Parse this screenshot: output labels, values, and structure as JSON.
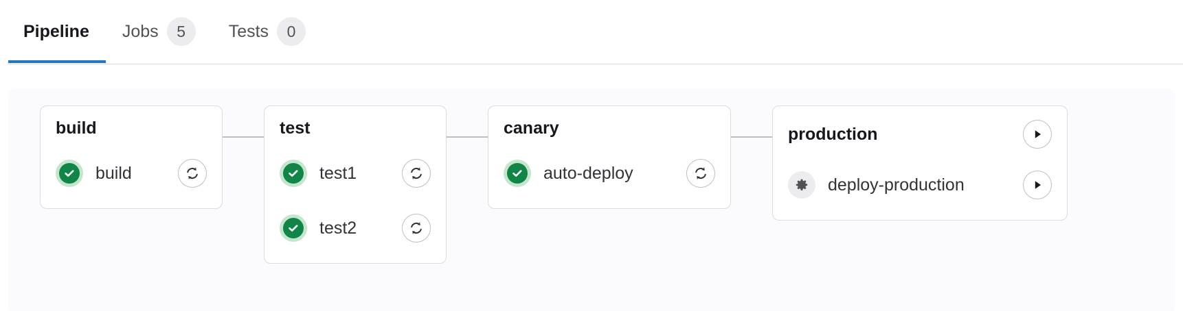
{
  "tabs": [
    {
      "label": "Pipeline",
      "badge": null,
      "active": true,
      "name": "tab-pipeline"
    },
    {
      "label": "Jobs",
      "badge": "5",
      "active": false,
      "name": "tab-jobs"
    },
    {
      "label": "Tests",
      "badge": "0",
      "active": false,
      "name": "tab-tests"
    }
  ],
  "colors": {
    "active_tab_underline": "#1f75cb",
    "success_green": "#108548",
    "success_halo": "#c3e6cd",
    "manual_gray": "#ececef",
    "panel_background": "#fbfafd",
    "card_border": "#dcdcde",
    "connector": "#bfbfc3"
  },
  "pipeline": {
    "stages": [
      {
        "name": "build",
        "header_action": null,
        "jobs": [
          {
            "name": "build",
            "status": "success",
            "status_icon": "check-circle-icon",
            "action": "retry",
            "action_icon": "retry-icon"
          }
        ]
      },
      {
        "name": "test",
        "header_action": null,
        "jobs": [
          {
            "name": "test1",
            "status": "success",
            "status_icon": "check-circle-icon",
            "action": "retry",
            "action_icon": "retry-icon"
          },
          {
            "name": "test2",
            "status": "success",
            "status_icon": "check-circle-icon",
            "action": "retry",
            "action_icon": "retry-icon"
          }
        ]
      },
      {
        "name": "canary",
        "header_action": null,
        "jobs": [
          {
            "name": "auto-deploy",
            "status": "success",
            "status_icon": "check-circle-icon",
            "action": "retry",
            "action_icon": "retry-icon"
          }
        ]
      },
      {
        "name": "production",
        "header_action": "play",
        "header_action_icon": "play-icon",
        "jobs": [
          {
            "name": "deploy-production",
            "status": "manual",
            "status_icon": "gear-icon",
            "action": "play",
            "action_icon": "play-icon"
          }
        ]
      }
    ]
  }
}
